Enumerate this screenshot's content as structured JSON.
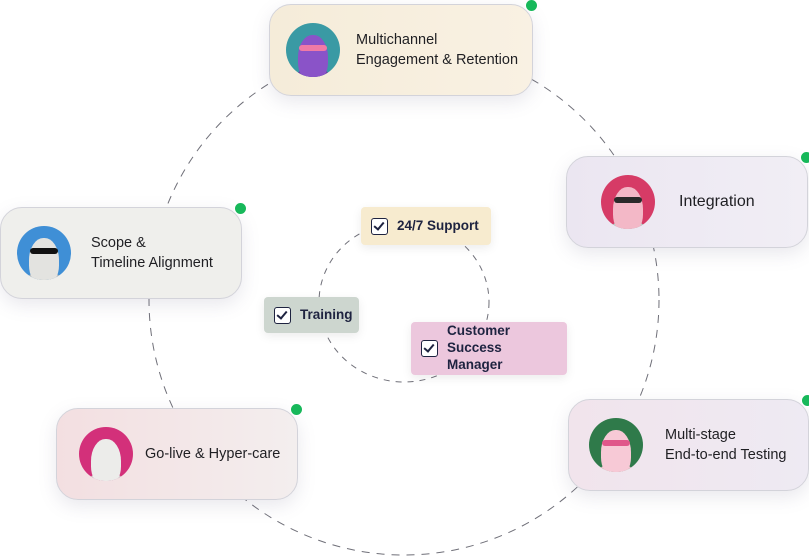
{
  "cards": {
    "multichannel": {
      "label": "Multichannel\nEngagement & Retention",
      "avatar_color": "#3a9aa4",
      "status": "active"
    },
    "integration": {
      "label": "Integration",
      "avatar_color": "#d63b66",
      "status": "active"
    },
    "scope": {
      "label": "Scope &\nTimeline Alignment",
      "avatar_color": "#3f8fd6",
      "status": "active"
    },
    "golive": {
      "label": "Go-live & Hyper-care",
      "avatar_color": "#d3307a",
      "status": "active"
    },
    "testing": {
      "label": "Multi-stage\nEnd-to-end Testing",
      "avatar_color": "#2f7a4a",
      "status": "active"
    }
  },
  "chips": {
    "support": {
      "label": "24/7 Support",
      "checked": true
    },
    "training": {
      "label": "Training",
      "checked": true
    },
    "csm": {
      "label": "Customer\nSuccess Manager",
      "checked": true
    }
  },
  "colors": {
    "status_dot": "#17b85a",
    "text": "#1f1f23",
    "chip_text": "#1e2340",
    "ring": "#6f6f78"
  }
}
